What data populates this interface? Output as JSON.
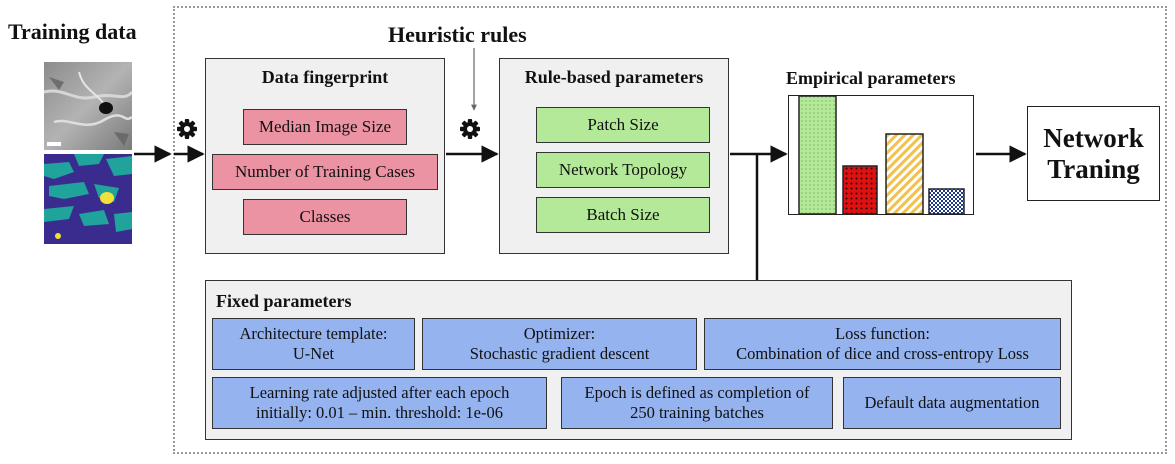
{
  "training_data": {
    "title": "Training data"
  },
  "heuristic_rules": {
    "title": "Heuristic rules"
  },
  "data_fingerprint": {
    "title": "Data fingerprint",
    "items": [
      "Median Image Size",
      "Number of Training Cases",
      "Classes"
    ]
  },
  "rule_based": {
    "title": "Rule-based parameters",
    "items": [
      "Patch Size",
      "Network Topology",
      "Batch Size"
    ]
  },
  "empirical": {
    "title": "Empirical parameters"
  },
  "network_training": {
    "line1": "Network",
    "line2": "Traning"
  },
  "fixed": {
    "title": "Fixed parameters",
    "row1": [
      {
        "line1": "Architecture template:",
        "line2": "U-Net"
      },
      {
        "line1": "Optimizer:",
        "line2": "Stochastic gradient descent"
      },
      {
        "line1": "Loss function:",
        "line2": "Combination of dice and cross-entropy Loss"
      }
    ],
    "row2": [
      {
        "line1": "Learning rate adjusted after each epoch",
        "line2": "initially: 0.01 – min. threshold: 1e-06"
      },
      {
        "line1": "Epoch is defined as completion of",
        "line2": "250 training batches"
      },
      {
        "line1": "Default data augmentation",
        "line2": ""
      }
    ]
  },
  "colors": {
    "pink": "#eb92a3",
    "green": "#b4e99a",
    "blue": "#94b3ef",
    "bar_green": "#b4e99a",
    "bar_red": "#e01010",
    "bar_yellow": "#f2c14e",
    "bar_navy": "#1f3a8a"
  },
  "icons": [
    "gear-icon",
    "gear-icon",
    "sem-image",
    "segmentation-mask-image"
  ]
}
